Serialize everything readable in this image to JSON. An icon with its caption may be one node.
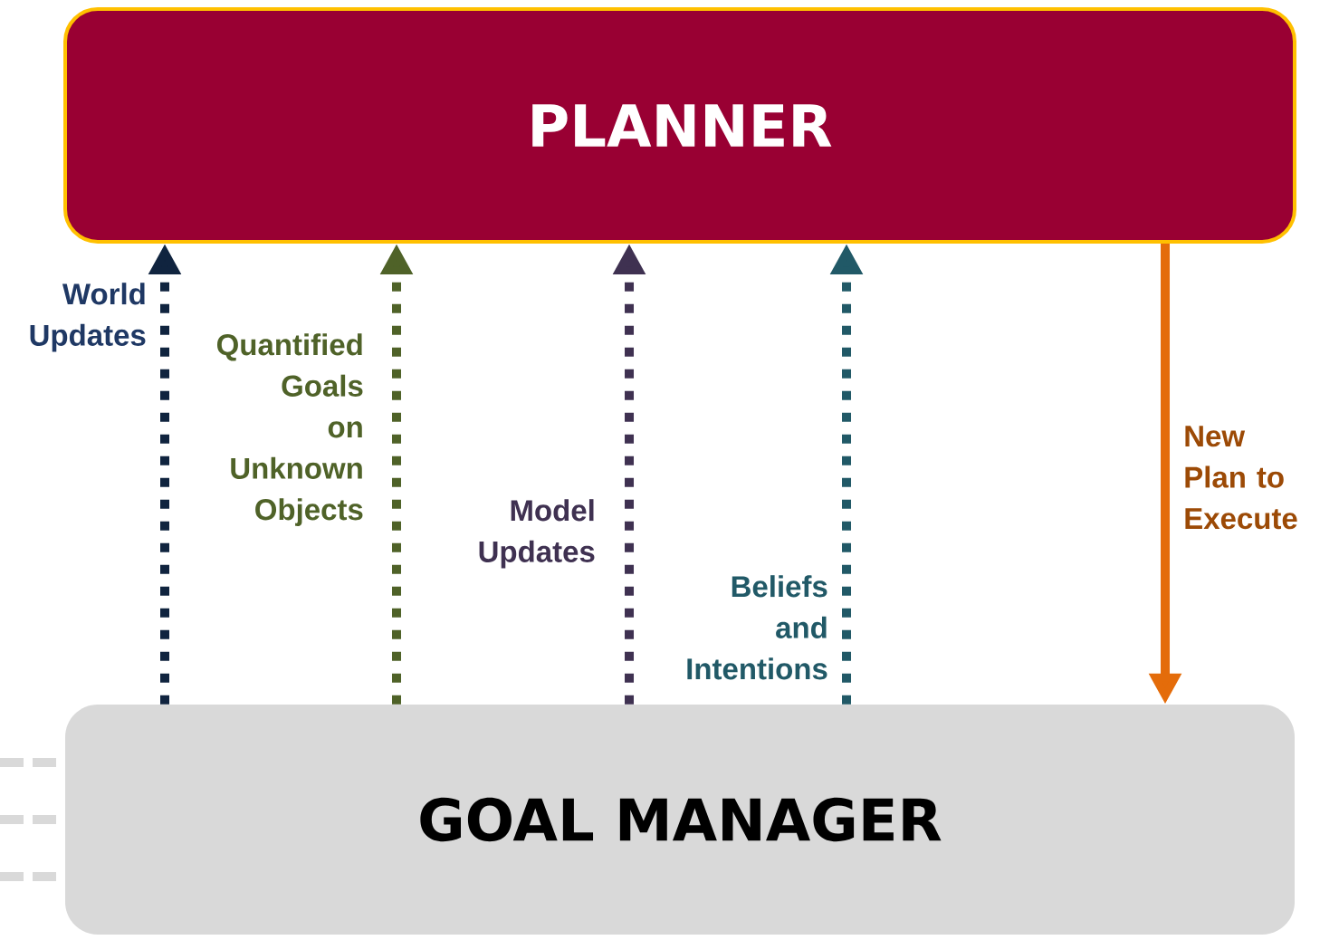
{
  "diagram": {
    "nodes": [
      {
        "text": [
          "PLANNER"
        ]
      },
      {
        "text": [
          "GOAL MANAGER"
        ]
      }
    ],
    "edges": [
      {
        "from": 1,
        "to": 0,
        "arrow": "to",
        "label": "World Updates",
        "style": "dashed",
        "color": "#10243f"
      },
      {
        "from": 1,
        "to": 0,
        "arrow": "to",
        "label": "Quantified Goals on Unknown Objects",
        "style": "dashed",
        "color": "#4f6228"
      },
      {
        "from": 1,
        "to": 0,
        "arrow": "to",
        "label": "Model Updates",
        "style": "dashed",
        "color": "#3f3151"
      },
      {
        "from": 1,
        "to": 0,
        "arrow": "to",
        "label": "Beliefs and Intentions",
        "style": "dashed",
        "color": "#215967"
      },
      {
        "from": 0,
        "to": 1,
        "arrow": "to",
        "label": "New Plan to Execute",
        "color": "#e46c0a"
      },
      {
        "from": null,
        "to": 1,
        "arrow": "none",
        "style": "dashed",
        "color": "#d9d9d9"
      },
      {
        "from": null,
        "to": 1,
        "arrow": "none",
        "style": "dashed",
        "color": "#d9d9d9"
      },
      {
        "from": null,
        "to": 1,
        "arrow": "none",
        "style": "dashed",
        "color": "#d9d9d9"
      }
    ]
  }
}
